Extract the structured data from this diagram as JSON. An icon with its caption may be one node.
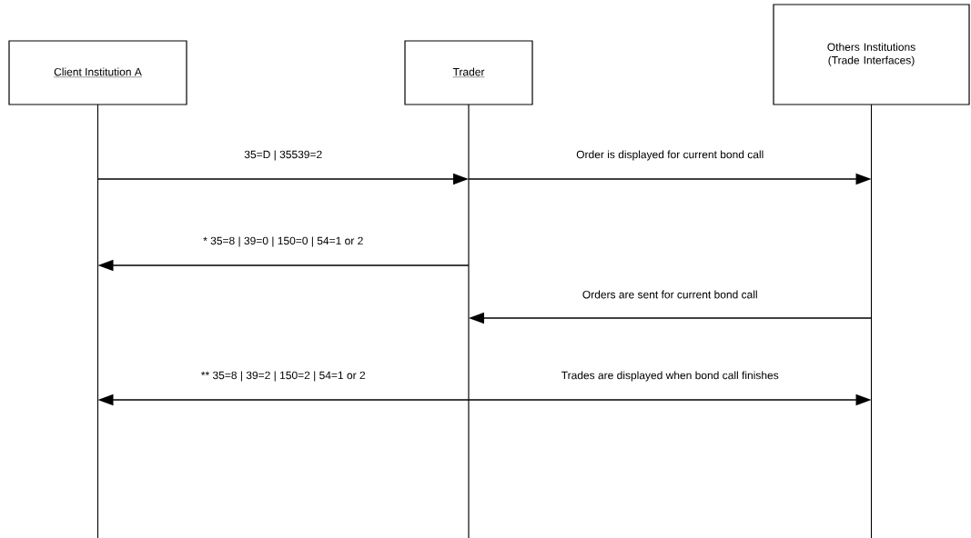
{
  "diagram": {
    "nodes": [
      {
        "text": [
          "Client Institution A"
        ]
      },
      {
        "text": [
          "Trader"
        ]
      },
      {
        "text": [
          "Others Institutions (Trade Interfaces)"
        ]
      }
    ],
    "edges": [
      {
        "from": 0,
        "to": 1,
        "arrow": "to",
        "label": "35=D | 35539=2"
      },
      {
        "from": 1,
        "to": 2,
        "arrow": "to",
        "label": "Order is displayed for current bond call"
      },
      {
        "from": 1,
        "to": 0,
        "arrow": "to",
        "label": "* 35=8 | 39=0 | 150=0 | 54=1 or 2"
      },
      {
        "from": 2,
        "to": 1,
        "arrow": "to",
        "label": "Orders are sent for current bond call"
      },
      {
        "from": 1,
        "to": 0,
        "arrow": "to",
        "label": "** 35=8 | 39=2 | 150=2 | 54=1 or 2"
      },
      {
        "from": 1,
        "to": 2,
        "arrow": "to",
        "label": "Trades are displayed when bond call finishes"
      }
    ]
  }
}
